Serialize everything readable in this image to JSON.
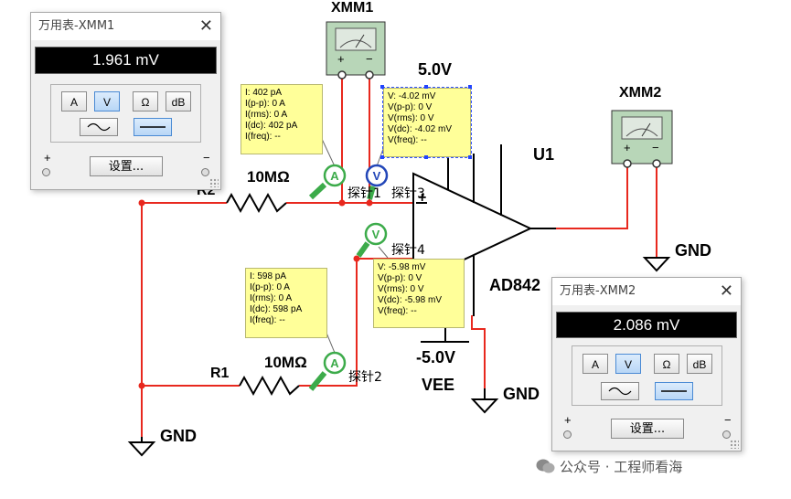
{
  "colors": {
    "wire_red": "#e8281e",
    "wire_black": "#000000",
    "probe_green": "#3cab4a",
    "probe_blue": "#2246b8",
    "meter_body": "#b8d6b8"
  },
  "xmm1_meter": {
    "label": "XMM1",
    "plus": "+",
    "minus": "−"
  },
  "xmm2_meter": {
    "label": "XMM2",
    "plus": "+",
    "minus": "−"
  },
  "supply": {
    "vcc_value": "5.0V",
    "vee_value": "-5.0V",
    "vee_name": "VEE"
  },
  "opamp": {
    "name": "U1",
    "part": "AD842",
    "plus": "+"
  },
  "resistors": {
    "r2_name": "R2",
    "r2_value": "10MΩ",
    "r1_name": "R1",
    "r1_value": "10MΩ"
  },
  "grounds": {
    "gnd_left": "GND",
    "gnd_mid": "GND",
    "gnd_right": "GND"
  },
  "probes": {
    "probe1_label": "探针1",
    "probe2_label": "探针2",
    "probe3_label": "探针3",
    "probe4_label": "探针4",
    "probe1_ammeter": {
      "i": "I: 402 pA",
      "ipp": "I(p-p): 0 A",
      "irms": "I(rms): 0 A",
      "idc": "I(dc): 402 pA",
      "ifreq": "I(freq): --"
    },
    "probe2_ammeter": {
      "i": "I: 598 pA",
      "ipp": "I(p-p): 0 A",
      "irms": "I(rms): 0 A",
      "idc": "I(dc): 598 pA",
      "ifreq": "I(freq): --"
    },
    "probe3_voltmeter": {
      "v": "V: -4.02 mV",
      "vpp": "V(p-p): 0 V",
      "vrms": "V(rms): 0 V",
      "vdc": "V(dc): -4.02 mV",
      "vfreq": "V(freq): --"
    },
    "probe4_voltmeter": {
      "v": "V: -5.98 mV",
      "vpp": "V(p-p): 0 V",
      "vrms": "V(rms): 0 V",
      "vdc": "V(dc): -5.98 mV",
      "vfreq": "V(freq): --"
    },
    "ammeter_symbol": "A",
    "voltmeter_symbol": "V"
  },
  "multimeter1": {
    "title": "万用表-XMM1",
    "close": "✕",
    "reading": "1.961 mV",
    "mode_buttons": [
      "A",
      "V",
      "Ω",
      "dB"
    ],
    "active_mode": "V",
    "settings_label": "设置...",
    "plus": "+",
    "minus": "−"
  },
  "multimeter2": {
    "title": "万用表-XMM2",
    "close": "✕",
    "reading": "2.086 mV",
    "mode_buttons": [
      "A",
      "V",
      "Ω",
      "dB"
    ],
    "active_mode": "V",
    "settings_label": "设置...",
    "plus": "+",
    "minus": "−"
  },
  "watermark": {
    "text": "公众号 · 工程师看海",
    "icon": "wechat-icon"
  }
}
